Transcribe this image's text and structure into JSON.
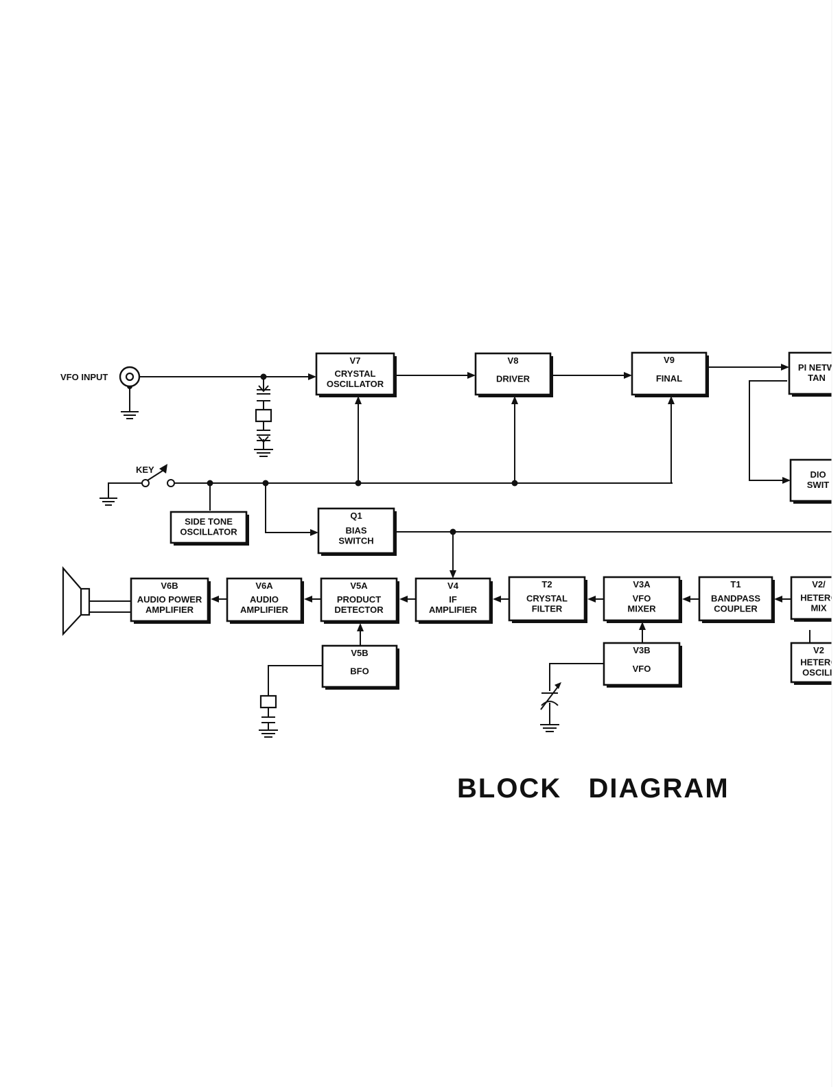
{
  "title": "BLOCK   DIAGRAM",
  "labels": {
    "vfo_input": "VFO INPUT",
    "key": "KEY"
  },
  "blocks": {
    "v7": {
      "id": "V7",
      "lines": [
        "CRYSTAL",
        "OSCILLATOR"
      ]
    },
    "v8": {
      "id": "V8",
      "lines": [
        "DRIVER"
      ]
    },
    "v9": {
      "id": "V9",
      "lines": [
        "FINAL"
      ]
    },
    "pi": {
      "id": "",
      "lines": [
        "PI NETW",
        "TAN"
      ]
    },
    "diode": {
      "id": "",
      "lines": [
        "DIO",
        "SWIT"
      ]
    },
    "side_tone": {
      "id": "",
      "lines": [
        "SIDE TONE",
        "OSCILLATOR"
      ]
    },
    "q1": {
      "id": "Q1",
      "lines": [
        "BIAS",
        "SWITCH"
      ]
    },
    "v6b": {
      "id": "V6B",
      "lines": [
        "AUDIO POWER",
        "AMPLIFIER"
      ]
    },
    "v6a": {
      "id": "V6A",
      "lines": [
        "AUDIO",
        "AMPLIFIER"
      ]
    },
    "v5a": {
      "id": "V5A",
      "lines": [
        "PRODUCT",
        "DETECTOR"
      ]
    },
    "v4": {
      "id": "V4",
      "lines": [
        "IF",
        "AMPLIFIER"
      ]
    },
    "t2": {
      "id": "T2",
      "lines": [
        "CRYSTAL",
        "FILTER"
      ]
    },
    "v3a": {
      "id": "V3A",
      "lines": [
        "VFO",
        "MIXER"
      ]
    },
    "t1": {
      "id": "T1",
      "lines": [
        "BANDPASS",
        "COUPLER"
      ]
    },
    "v2a": {
      "id": "V2/",
      "lines": [
        "HETERC",
        "MIX"
      ]
    },
    "v5b": {
      "id": "V5B",
      "lines": [
        "BFO"
      ]
    },
    "v3b": {
      "id": "V3B",
      "lines": [
        "VFO"
      ]
    },
    "v2b": {
      "id": "V2",
      "lines": [
        "HETERC",
        "OSCILL"
      ]
    }
  }
}
